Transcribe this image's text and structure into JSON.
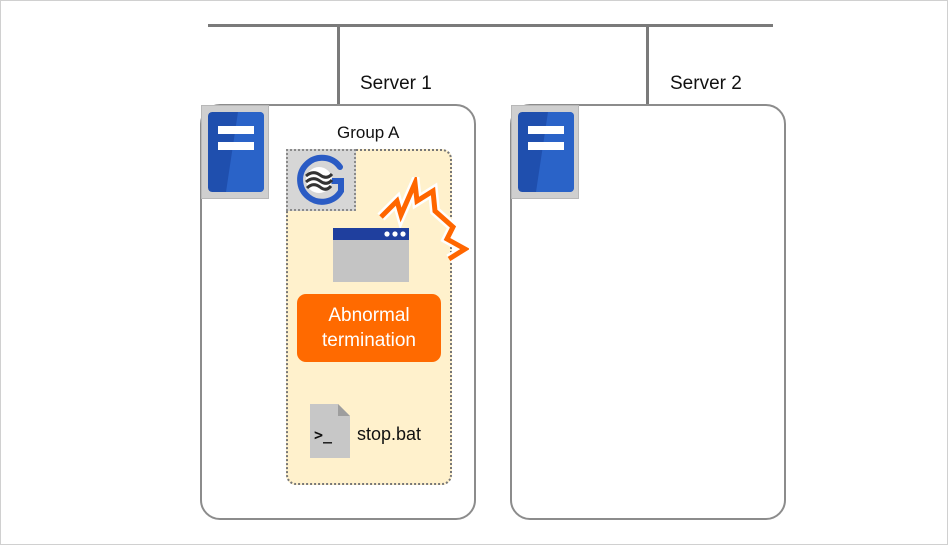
{
  "servers": [
    {
      "label": "Server 1"
    },
    {
      "label": "Server 2"
    }
  ],
  "group": {
    "label": "Group A",
    "status": "Abnormal termination",
    "script": "stop.bat"
  },
  "icons": {
    "server": "server-icon",
    "logo": "cluster-logo-icon",
    "app": "application-window-icon",
    "failure": "failure-lightning-icon",
    "script": "script-file-icon"
  },
  "colors": {
    "server_blue": "#1f4fae",
    "group_fill": "#fff1cc",
    "status_orange": "#ff6a00",
    "lightning": "#ff6600",
    "line": "#7a7a7a"
  }
}
